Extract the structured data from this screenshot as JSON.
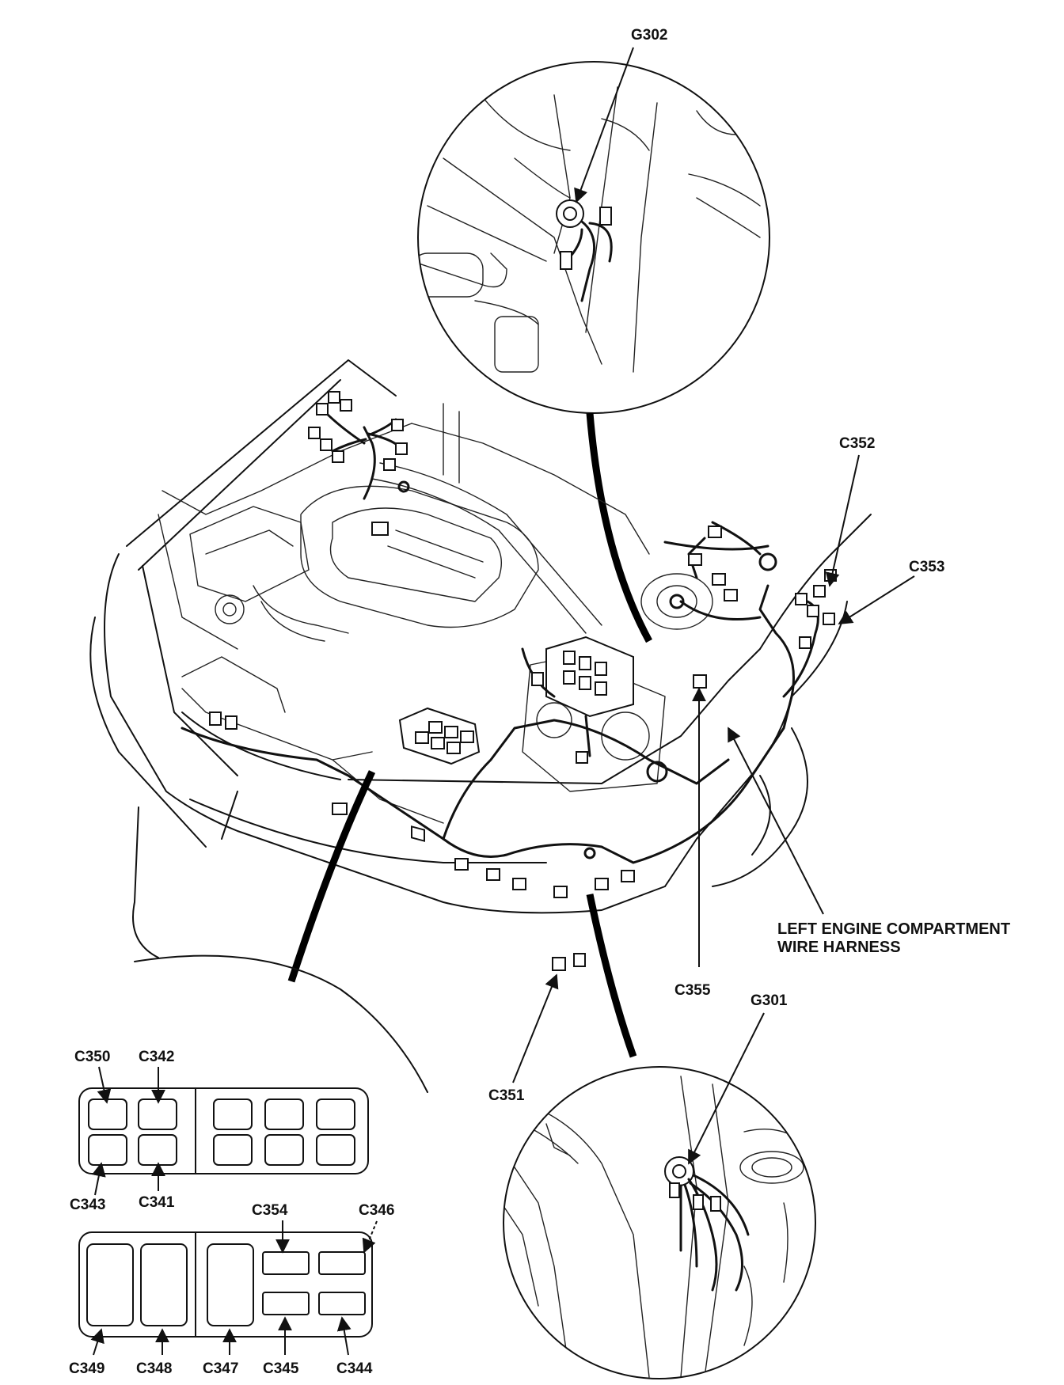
{
  "labels": {
    "g302": "G302",
    "g301": "G301",
    "c352": "C352",
    "c353": "C353",
    "c355": "C355",
    "c351": "C351",
    "harness_line1": "LEFT ENGINE COMPARTMENT",
    "harness_line2": "WIRE HARNESS",
    "c350": "C350",
    "c342": "C342",
    "c343": "C343",
    "c341": "C341",
    "c354": "C354",
    "c346": "C346",
    "c349": "C349",
    "c348": "C348",
    "c347": "C347",
    "c345": "C345",
    "c344": "C344"
  }
}
